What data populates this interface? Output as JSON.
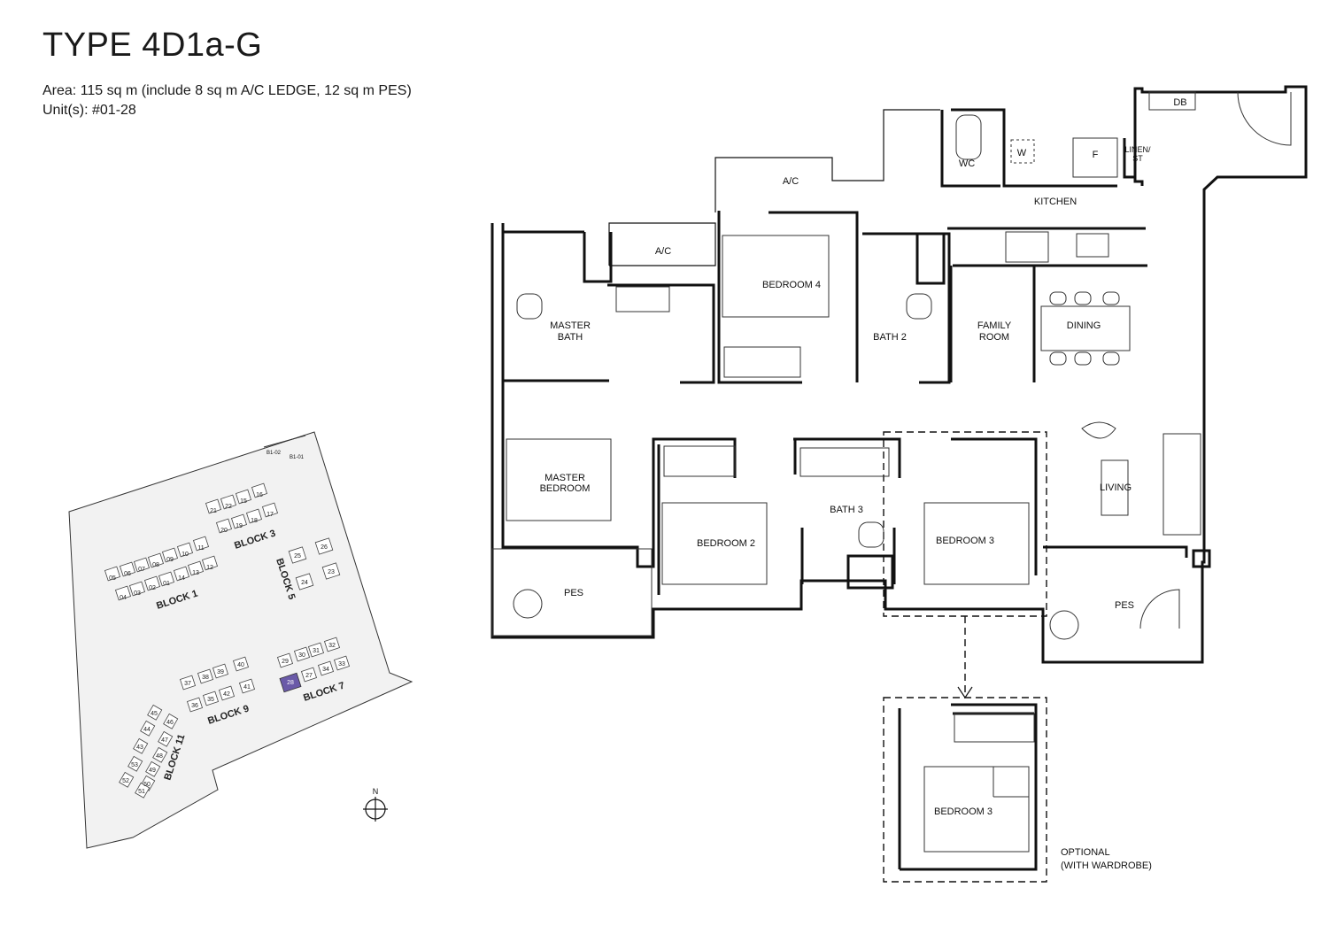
{
  "title": "TYPE 4D1a-G",
  "area_line": "Area:  115 sq m (include 8 sq m A/C LEDGE, 12 sq m PES)",
  "units_line": "Unit(s):  #01-28",
  "rooms": {
    "db": "DB",
    "wc": "WC",
    "w": "W",
    "f": "F",
    "linen_1": "LINEN/",
    "linen_2": "ST",
    "ac_top": "A/C",
    "kitchen": "KITCHEN",
    "ac_left": "A/C",
    "bedroom4": "BEDROOM 4",
    "master_bath_1": "MASTER",
    "master_bath_2": "BATH",
    "bath2": "BATH 2",
    "family_1": "FAMILY",
    "family_2": "ROOM",
    "dining": "DINING",
    "master_bed_1": "MASTER",
    "master_bed_2": "BEDROOM",
    "bedroom2": "BEDROOM 2",
    "bath3": "BATH 3",
    "bedroom3": "BEDROOM 3",
    "living": "LIVING",
    "pes_left": "PES",
    "pes_right": "PES",
    "bedroom3_optional": "BEDROOM 3",
    "optional_1": "OPTIONAL",
    "optional_2": "(WITH WARDROBE)"
  },
  "site_plan": {
    "north": "N",
    "gate_1": "B1-02",
    "gate_2": "B1-01",
    "blocks": [
      "BLOCK 1",
      "BLOCK 3",
      "BLOCK 5",
      "BLOCK 7",
      "BLOCK 9",
      "BLOCK 11"
    ],
    "highlight_unit": "28",
    "highlight_color": "#6a5aa8",
    "block1_units": [
      "05",
      "06",
      "07",
      "08",
      "09",
      "10",
      "11",
      "04",
      "03",
      "02",
      "01",
      "14",
      "13",
      "12"
    ],
    "block3_units": [
      "21",
      "22",
      "15",
      "16",
      "20",
      "19",
      "18",
      "17"
    ],
    "block5_units": [
      "25",
      "26",
      "24",
      "23"
    ],
    "block7_units": [
      "29",
      "30",
      "31",
      "32",
      "27",
      "34",
      "33"
    ],
    "block9_units": [
      "37",
      "38",
      "39",
      "40",
      "36",
      "35",
      "42",
      "41"
    ],
    "block11_units": [
      "45",
      "46",
      "44",
      "47",
      "43",
      "48",
      "49",
      "50",
      "53",
      "52",
      "51"
    ]
  }
}
